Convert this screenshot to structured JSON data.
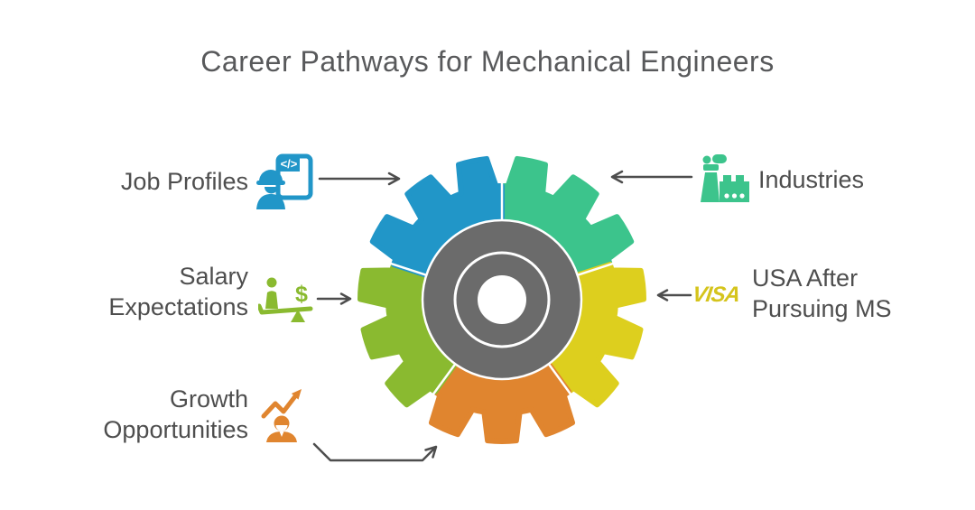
{
  "title": "Career Pathways for Mechanical Engineers",
  "colors": {
    "blue": "#2196c8",
    "green": "#3cc48c",
    "yellow": "#ddcf1e",
    "orange": "#e0852f",
    "lime": "#8aba30",
    "hub": "#6b6b6b",
    "arrow": "#4d4d4d",
    "text": "#4e4e4e",
    "title": "#58595b",
    "visa": "#d5c41c",
    "bg": "#ffffff"
  },
  "gear": {
    "segments": [
      {
        "name": "industries",
        "color": "#3cc48c"
      },
      {
        "name": "usa-after-pursuing-ms",
        "color": "#ddcf1e"
      },
      {
        "name": "growth-opportunities",
        "color": "#e0852f"
      },
      {
        "name": "salary-expectations",
        "color": "#8aba30"
      },
      {
        "name": "job-profiles",
        "color": "#2196c8"
      }
    ]
  },
  "labels": {
    "job_profiles": {
      "text": "Job Profiles"
    },
    "industries": {
      "text": "Industries"
    },
    "salary": {
      "line1": "Salary",
      "line2": "Expectations"
    },
    "usa": {
      "line1": "USA After",
      "line2": "Pursuing MS"
    },
    "growth": {
      "line1": "Growth",
      "line2": "Opportunities"
    },
    "visa_icon_text": "VISA",
    "code_icon_text": "</>",
    "dollar_icon_text": "$"
  }
}
